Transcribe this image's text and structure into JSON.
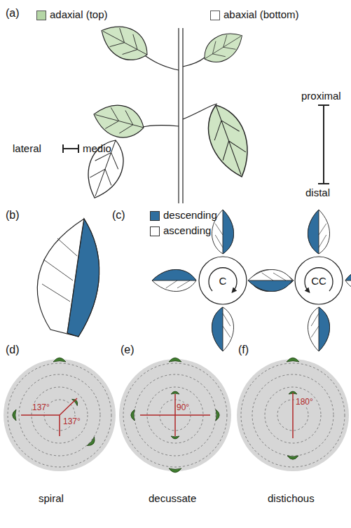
{
  "diagram": {
    "nodes": [
      {
        "text": [
          "C"
        ]
      },
      {
        "text": [
          "CC"
        ]
      }
    ],
    "labels": [
      "(a)",
      "lateral",
      "medio",
      "proximal",
      "distal",
      "(b)",
      "(c)",
      "(d)",
      "(e)",
      "(f)",
      "137°",
      "137°",
      "90°",
      "180°",
      "spiral",
      "decussate",
      "distichous"
    ],
    "legend": [
      {
        "text": "adaxial (top)",
        "color": "#b5d6a6"
      },
      {
        "text": "abaxial (bottom)",
        "color": "#ffffff"
      },
      {
        "text": "descending",
        "color": "#2f6e9e"
      },
      {
        "text": "ascending",
        "color": "#ffffff"
      }
    ]
  }
}
